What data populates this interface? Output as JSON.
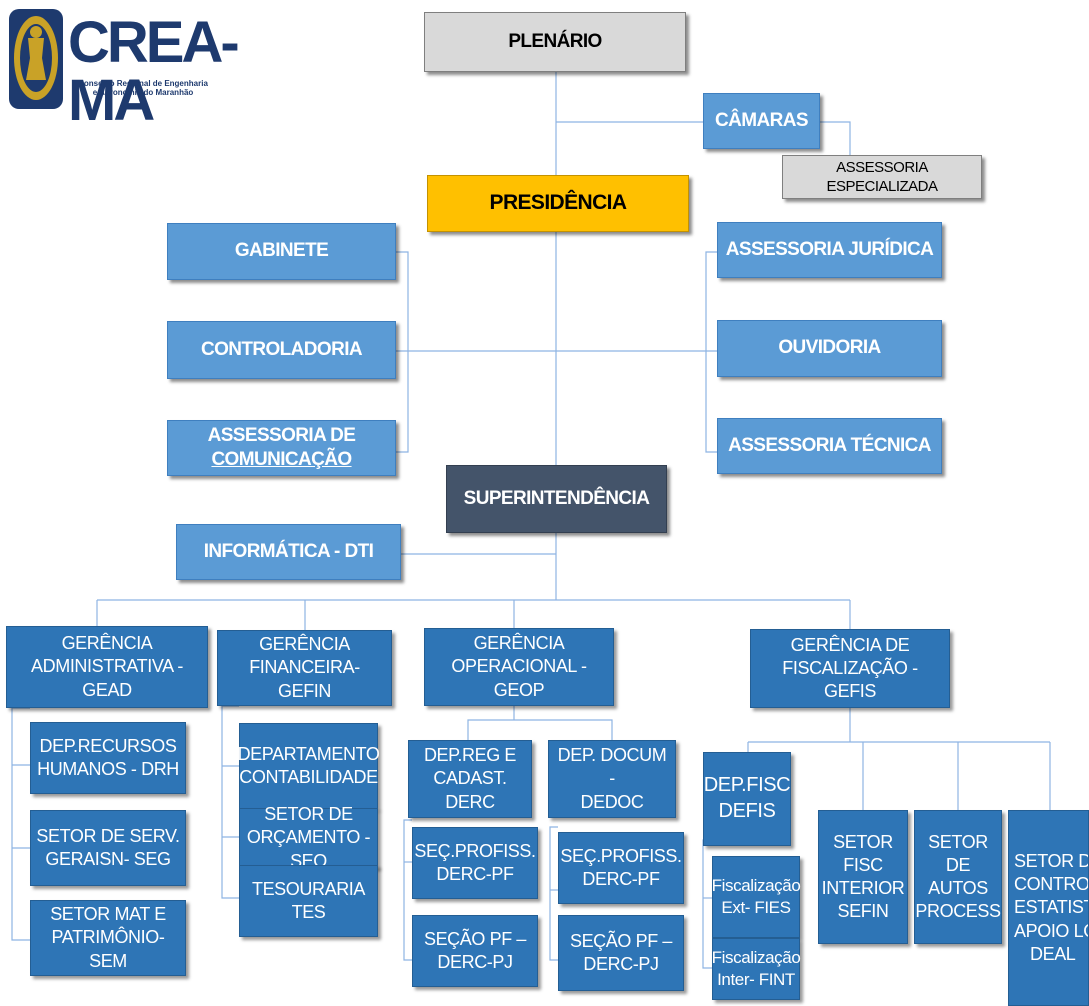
{
  "logo": {
    "title": "CREA-MA",
    "subtitle_line1": "Conselho Regional de Engenharia",
    "subtitle_line2": "e Agronomia do Maranhão",
    "colors": {
      "navy": "#1e3a6e",
      "gold": "#c9a227"
    }
  },
  "nodes": {
    "plenario": "PLENÁRIO",
    "camaras": "CÂMARAS",
    "assessoria_especializada": "ASSESSORIA ESPECIALIZADA",
    "presidencia": "PRESIDÊNCIA",
    "gabinete": "GABINETE",
    "controladoria": "CONTROLADORIA",
    "assessoria_comunicacao": [
      "ASSESSORIA DE",
      "COMUNICAÇÃO"
    ],
    "assessoria_juridica": "ASSESSORIA JURÍDICA",
    "ouvidoria": "OUVIDORIA",
    "assessoria_tecnica": "ASSESSORIA TÉCNICA",
    "superintendencia": "SUPERINTENDÊNCIA",
    "informatica": "INFORMÁTICA - DTI",
    "gead": [
      "GERÊNCIA",
      "ADMINISTRATIVA  - GEAD"
    ],
    "gefin": [
      "GERÊNCIA",
      "FINANCEIRA- GEFIN"
    ],
    "geop": [
      "GERÊNCIA",
      "OPERACIONAL - GEOP"
    ],
    "gefis": [
      "GERÊNCIA DE",
      "FISCALIZAÇÃO - GEFIS"
    ],
    "drh": [
      "DEP.RECURSOS",
      "HUMANOS - DRH"
    ],
    "seg": [
      "SETOR DE SERV.",
      "GERAISN- SEG"
    ],
    "sem": [
      "SETOR MAT E",
      "PATRIMÔNIO- SEM"
    ],
    "contabilidade": [
      "DEPARTAMENTO",
      "CONTABILIDADE"
    ],
    "seo": [
      "SETOR DE",
      "ORÇAMENTO - SEO"
    ],
    "tes": [
      "TESOURARIA",
      "TES"
    ],
    "derc": [
      "DEP.REG E",
      "CADAST. DERC"
    ],
    "dedoc": [
      "DEP. DOCUM -",
      "DEDOC"
    ],
    "secprof_a": [
      "SEÇ.PROFISS.",
      "DERC-PF"
    ],
    "secprof_b": [
      "SEÇ.PROFISS.",
      "DERC-PF"
    ],
    "secpf_a": [
      "SEÇÃO PF –",
      "DERC-PJ"
    ],
    "secpf_b": [
      "SEÇÃO PF –",
      "DERC-PJ"
    ],
    "defis": [
      "DEP.FISC",
      "DEFIS"
    ],
    "fies": [
      "Fiscalização",
      "Ext- FIES"
    ],
    "fint": [
      "Fiscalização",
      "Inter- FINT"
    ],
    "sefin": [
      "SETOR FISC",
      "INTERIOR",
      "SEFIN"
    ],
    "autos": [
      "SETOR DE",
      "AUTOS",
      "PROCESS"
    ],
    "deal": [
      "SETOR DE",
      "CONTROLE",
      "ESTATIST E",
      "APOIO LOC",
      "DEAL"
    ]
  },
  "colors": {
    "light_box": "#5b9bd5",
    "dark_box": "#2e75b6",
    "gray_box": "#d9d9d9",
    "gold_box": "#ffc000",
    "navy_box": "#44546a",
    "connector": "#8eb4e3"
  }
}
